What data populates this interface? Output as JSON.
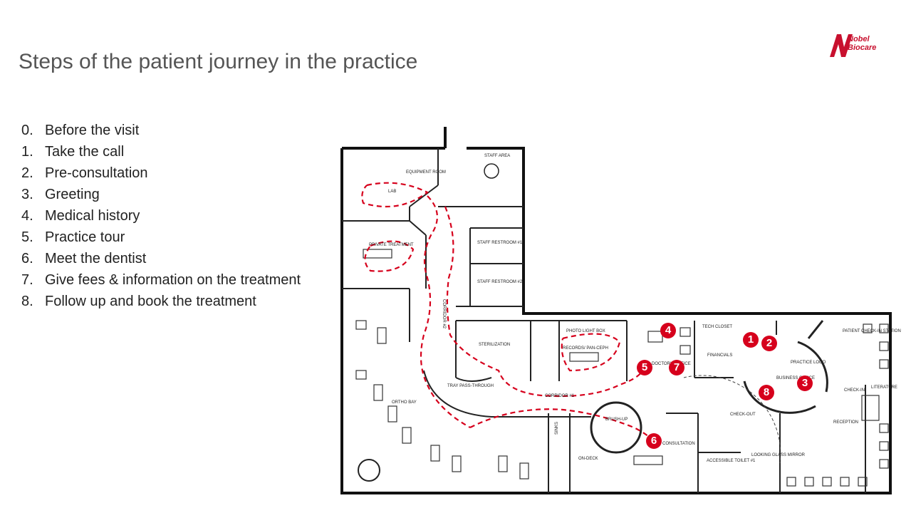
{
  "title": "Steps of the patient journey in the practice",
  "logo": {
    "line1": "Nobel",
    "line2": "Biocare",
    "brand_color": "#c8102e",
    "icon": "nobel-biocare-logo"
  },
  "steps": [
    {
      "num": "0.",
      "label": "Before the visit"
    },
    {
      "num": "1.",
      "label": "Take the call"
    },
    {
      "num": "2.",
      "label": "Pre-consultation"
    },
    {
      "num": "3.",
      "label": "Greeting"
    },
    {
      "num": "4.",
      "label": "Medical history"
    },
    {
      "num": "5.",
      "label": "Practice tour"
    },
    {
      "num": "6.",
      "label": "Meet the dentist"
    },
    {
      "num": "7.",
      "label": "Give fees & information on the treatment"
    },
    {
      "num": "8.",
      "label": "Follow up and book the treatment"
    }
  ],
  "markers": {
    "m1": "1",
    "m2": "2",
    "m3": "3",
    "m4": "4",
    "m5": "5",
    "m6": "6",
    "m7": "7",
    "m8": "8",
    "color": "#d6001c"
  },
  "rooms": {
    "lab": "LAB",
    "equipment": "EQUIPMENT ROOM",
    "staff_area": "STAFF AREA",
    "private_treatment": "PRIVATE TREATMENT",
    "staff_restroom_1": "STAFF RESTROOM #1",
    "staff_restroom_2": "STAFF RESTROOM #2",
    "corridor_2": "CORRIDOR #2",
    "sterilization": "STERILIZATION",
    "photo": "PHOTO LIGHT BOX",
    "records": "RECORDS/ PAN-CEPH",
    "doctors_office": "DOCTOR'S OFFICE",
    "tech_closet": "TECH CLOSET",
    "financials": "FINANCIALS",
    "practice_logo": "PRACTICE LOGO",
    "business_office": "BUSINESS OFFICE",
    "patient_checkin": "PATIENT CHECK-IN STATION",
    "checkin": "CHECK-IN",
    "literature": "LITERATURE",
    "reception": "RECEPTION",
    "checkout": "CHECK-OUT",
    "ortho_bay": "ORTHO BAY",
    "tray": "TRAY PASS-THROUGH",
    "corridor_1": "CORRIDOR #1",
    "brush_up": "BRUSH-UP",
    "on_deck": "ON-DECK",
    "consultation": "CONSULTATION",
    "accessible_toilet": "ACCESSIBLE TOILET #1",
    "mirror": "LOOKING GLASS MIRROR",
    "sinks": "SINKS"
  }
}
